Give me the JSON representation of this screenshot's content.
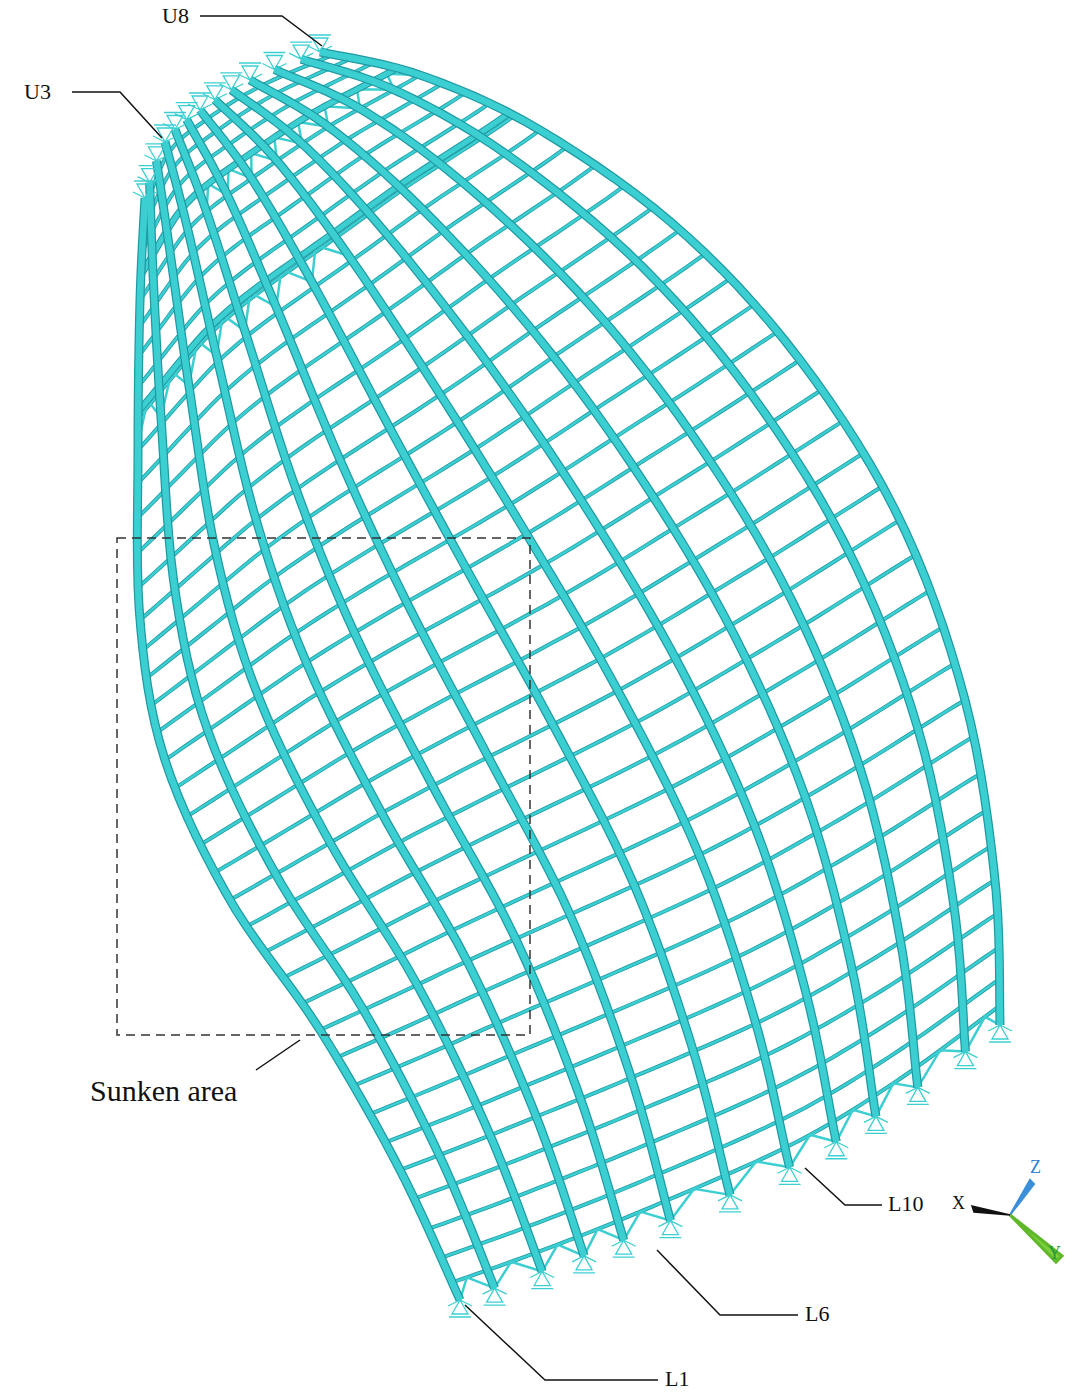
{
  "diagram": {
    "labels": [
      "U8",
      "U3",
      "Sunken area",
      "L10",
      "L6",
      "L1",
      "Z",
      "X",
      "Y"
    ]
  }
}
